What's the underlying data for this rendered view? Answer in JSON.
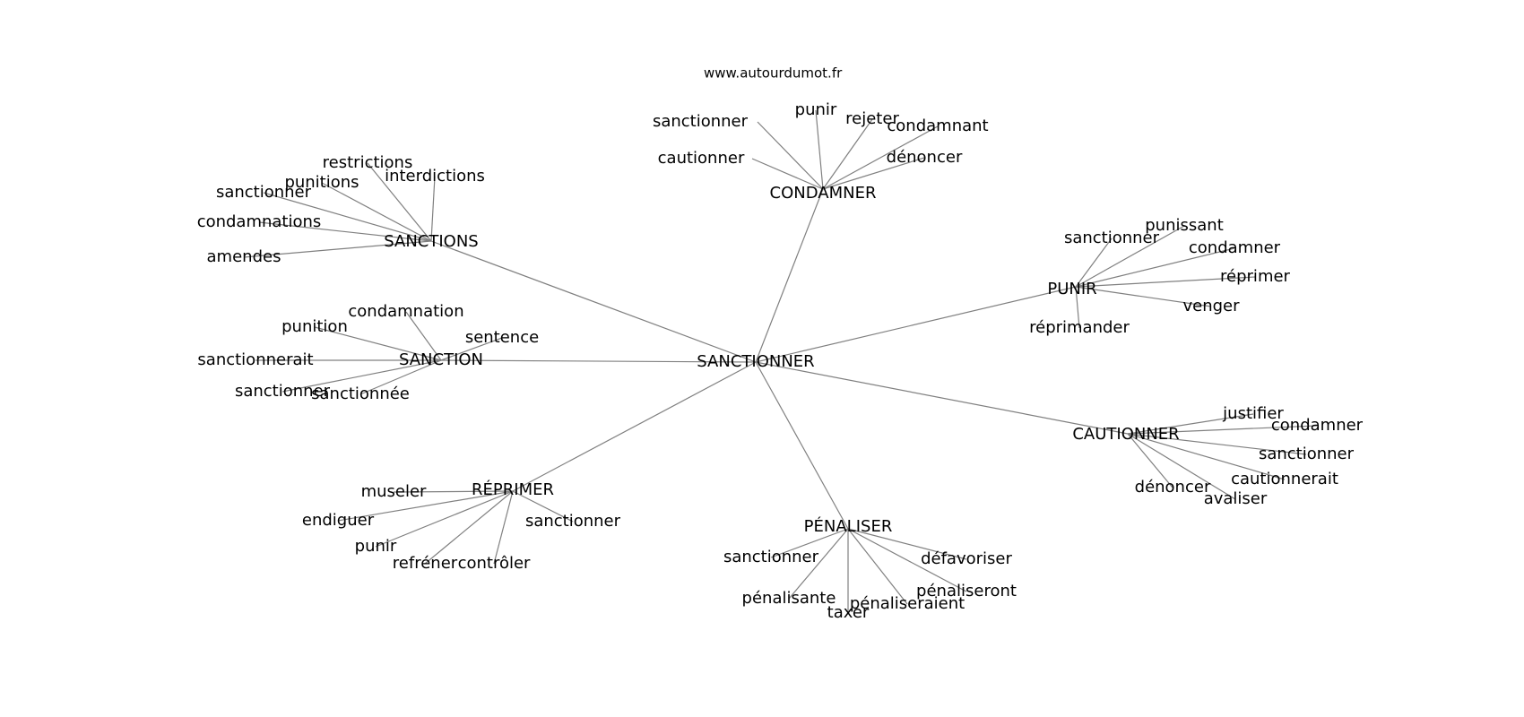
{
  "source": "www.autourdumot.fr",
  "center": "SANCTIONNER",
  "clusters": [
    {
      "hub": "CONDAMNER",
      "leaves": [
        "sanctionner",
        "punir",
        "rejeter",
        "condamnant",
        "cautionner",
        "dénoncer"
      ]
    },
    {
      "hub": "SANCTIONS",
      "leaves": [
        "restrictions",
        "punitions",
        "interdictions",
        "sanctionner",
        "condamnations",
        "amendes"
      ]
    },
    {
      "hub": "PUNIR",
      "leaves": [
        "sanctionner",
        "punissant",
        "condamner",
        "réprimer",
        "venger",
        "réprimander"
      ]
    },
    {
      "hub": "SANCTION",
      "leaves": [
        "condamnation",
        "punition",
        "sentence",
        "sanctionnerait",
        "sanctionner",
        "sanctionnée"
      ]
    },
    {
      "hub": "CAUTIONNER",
      "leaves": [
        "justifier",
        "condamner",
        "sanctionner",
        "cautionnerait",
        "dénoncer",
        "avaliser"
      ]
    },
    {
      "hub": "RÉPRIMER",
      "leaves": [
        "museler",
        "endiguer",
        "sanctionner",
        "punir",
        "refréner",
        "contrôler"
      ]
    },
    {
      "hub": "PÉNALISER",
      "leaves": [
        "sanctionner",
        "défavoriser",
        "pénaliseront",
        "pénalisante",
        "pénaliseraient",
        "taxer"
      ]
    }
  ]
}
